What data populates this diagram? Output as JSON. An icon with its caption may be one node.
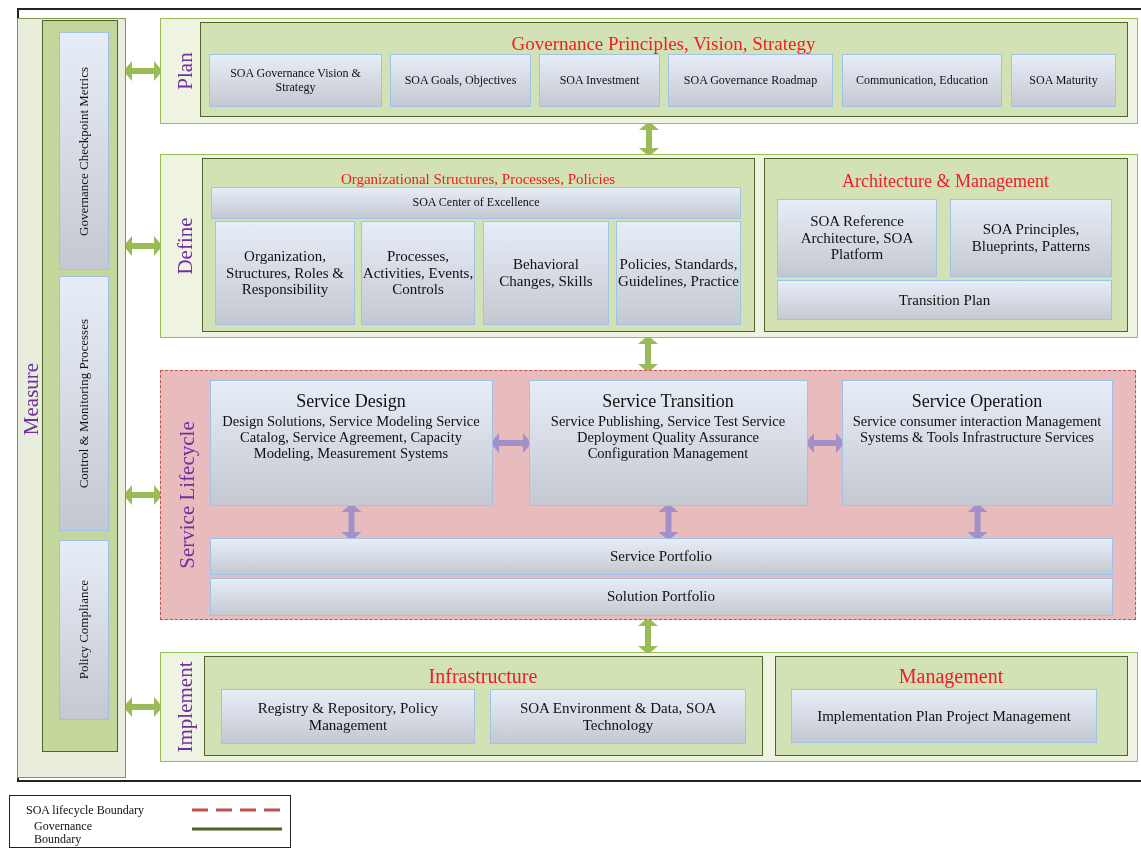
{
  "diagram": {
    "nodes": [
      {
        "text": [
          "Measure"
        ]
      },
      {
        "text": [],
        "shape": "box",
        "in": 0
      },
      {
        "text": [
          "Governance Checkpoint Metrics"
        ],
        "in": 1
      },
      {
        "text": [
          "Control & Monitoring Processes"
        ],
        "in": 1
      },
      {
        "text": [
          "Policy Compliance"
        ],
        "in": 1
      },
      {
        "text": [
          "Plan"
        ]
      },
      {
        "text": [
          "Governance Principles, Vision, Strategy"
        ],
        "in": 5
      },
      {
        "text": [
          "SOA Governance Vision & Strategy"
        ],
        "in": 6
      },
      {
        "text": [
          "SOA Goals, Objectives"
        ],
        "in": 6
      },
      {
        "text": [
          "SOA Investment"
        ],
        "in": 6
      },
      {
        "text": [
          "SOA Governance Roadmap"
        ],
        "in": 6
      },
      {
        "text": [
          "Communication, Education"
        ],
        "in": 6
      },
      {
        "text": [
          "SOA Maturity"
        ],
        "in": 6
      },
      {
        "text": [
          "Define"
        ]
      },
      {
        "text": [
          "Organizational Structures, Processes, Policies"
        ],
        "in": 13
      },
      {
        "text": [
          "SOA Center of Excellence"
        ],
        "in": 14
      },
      {
        "text": [
          "Organization, Structures, Roles & Responsibility"
        ],
        "in": 14
      },
      {
        "text": [
          "Processes, Activities, Events, Controls"
        ],
        "in": 14
      },
      {
        "text": [
          "Behavioral Changes, Skills"
        ],
        "in": 14
      },
      {
        "text": [
          "Policies, Standards, Guidelines, Practice"
        ],
        "in": 14
      },
      {
        "text": [
          "Architecture & Management"
        ],
        "in": 13
      },
      {
        "text": [
          "SOA Reference Architecture, SOA Platform"
        ],
        "in": 20
      },
      {
        "text": [
          "SOA Principles, Blueprints, Patterns"
        ],
        "in": 20
      },
      {
        "text": [
          "Transition Plan"
        ],
        "in": 20
      },
      {
        "text": [
          "Service Lifecycle"
        ]
      },
      {
        "text": [
          "Service Design",
          "Design Solutions, Service Modeling Service Catalog, Service Agreement, Capacity Modeling, Measurement Systems"
        ],
        "in": 24
      },
      {
        "text": [
          "Service Transition",
          "Service Publishing, Service Test Service Deployment Quality Assurance Configuration Management"
        ],
        "in": 24
      },
      {
        "text": [
          "Service Operation",
          "Service consumer interaction Management Systems & Tools Infrastructure Services"
        ],
        "in": 24
      },
      {
        "text": [
          "Service Portfolio"
        ],
        "in": 24
      },
      {
        "text": [
          "Solution Portfolio"
        ],
        "in": 24
      },
      {
        "text": [
          "Implement"
        ]
      },
      {
        "text": [
          "Infrastructure"
        ],
        "in": 30
      },
      {
        "text": [
          "Registry & Repository, Policy Management"
        ],
        "in": 31
      },
      {
        "text": [
          "SOA Environment & Data, SOA Technology"
        ],
        "in": 31
      },
      {
        "text": [
          "Management"
        ],
        "in": 30
      },
      {
        "text": [
          "Implementation Plan Project Management"
        ],
        "in": 34
      }
    ],
    "edges": [
      {
        "from": 0,
        "to": 5,
        "arrow": "both"
      },
      {
        "from": 0,
        "to": 13,
        "arrow": "both"
      },
      {
        "from": 0,
        "to": 24,
        "arrow": "both"
      },
      {
        "from": 0,
        "to": 30,
        "arrow": "both"
      },
      {
        "from": 5,
        "to": 13,
        "arrow": "both"
      },
      {
        "from": 13,
        "to": 24,
        "arrow": "both"
      },
      {
        "from": 24,
        "to": 30,
        "arrow": "both"
      },
      {
        "from": 25,
        "to": 26,
        "arrow": "both",
        "color": "#a390c9"
      },
      {
        "from": 26,
        "to": 27,
        "arrow": "both",
        "color": "#a390c9"
      },
      {
        "from": 25,
        "to": 28,
        "arrow": "both",
        "color": "#a390c9"
      },
      {
        "from": 26,
        "to": 28,
        "arrow": "both",
        "color": "#a390c9"
      },
      {
        "from": 27,
        "to": 28,
        "arrow": "both",
        "color": "#a390c9"
      }
    ],
    "legend": [
      {
        "text": "SOA lifecycle Boundary"
      },
      {
        "text": "Governance Boundary"
      }
    ]
  }
}
